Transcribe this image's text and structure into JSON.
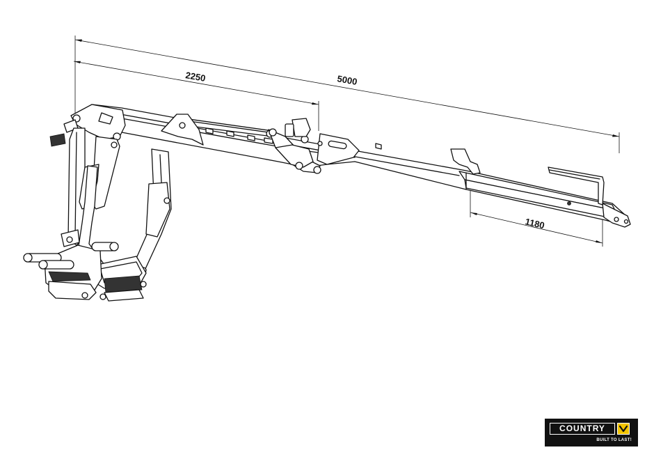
{
  "dimensions": {
    "overall": "5000",
    "inner_boom": "2250",
    "extension": "1180"
  },
  "logo": {
    "brand": "COUNTRY",
    "tagline": "BUILT TO LAST!",
    "mark_color": "#f2c400",
    "background": "#111111"
  },
  "colors": {
    "line": "#111111",
    "background": "#ffffff"
  }
}
